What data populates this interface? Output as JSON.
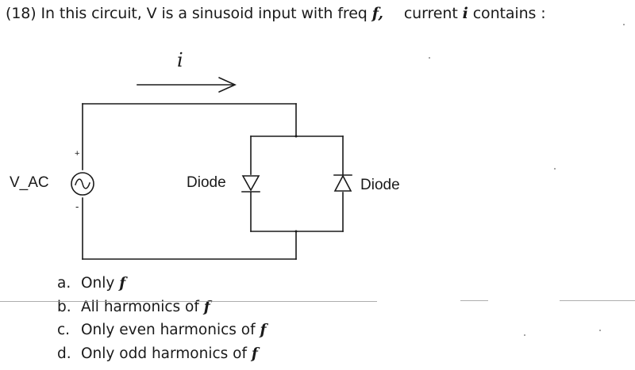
{
  "question": {
    "prefix": "(18) In this circuit, V is a sinusoid input with freq",
    "freq_var": "f,",
    "middle": "current",
    "current_var": "i",
    "suffix": "contains :"
  },
  "circuit": {
    "current_label": "i",
    "source_label": "V_AC",
    "source_plus": "+",
    "source_minus": "-",
    "diode_left_label": "Diode",
    "diode_right_label": "Diode"
  },
  "options": [
    {
      "letter": "a.",
      "text": "Only",
      "var": "f"
    },
    {
      "letter": "b.",
      "text": "All harmonics of",
      "var": "f"
    },
    {
      "letter": "c.",
      "text": "Only even harmonics of",
      "var": "f"
    },
    {
      "letter": "d.",
      "text": "Only odd harmonics of",
      "var": "f"
    }
  ],
  "colors": {
    "ink": "#1a1a1a",
    "paper": "#ffffff"
  }
}
